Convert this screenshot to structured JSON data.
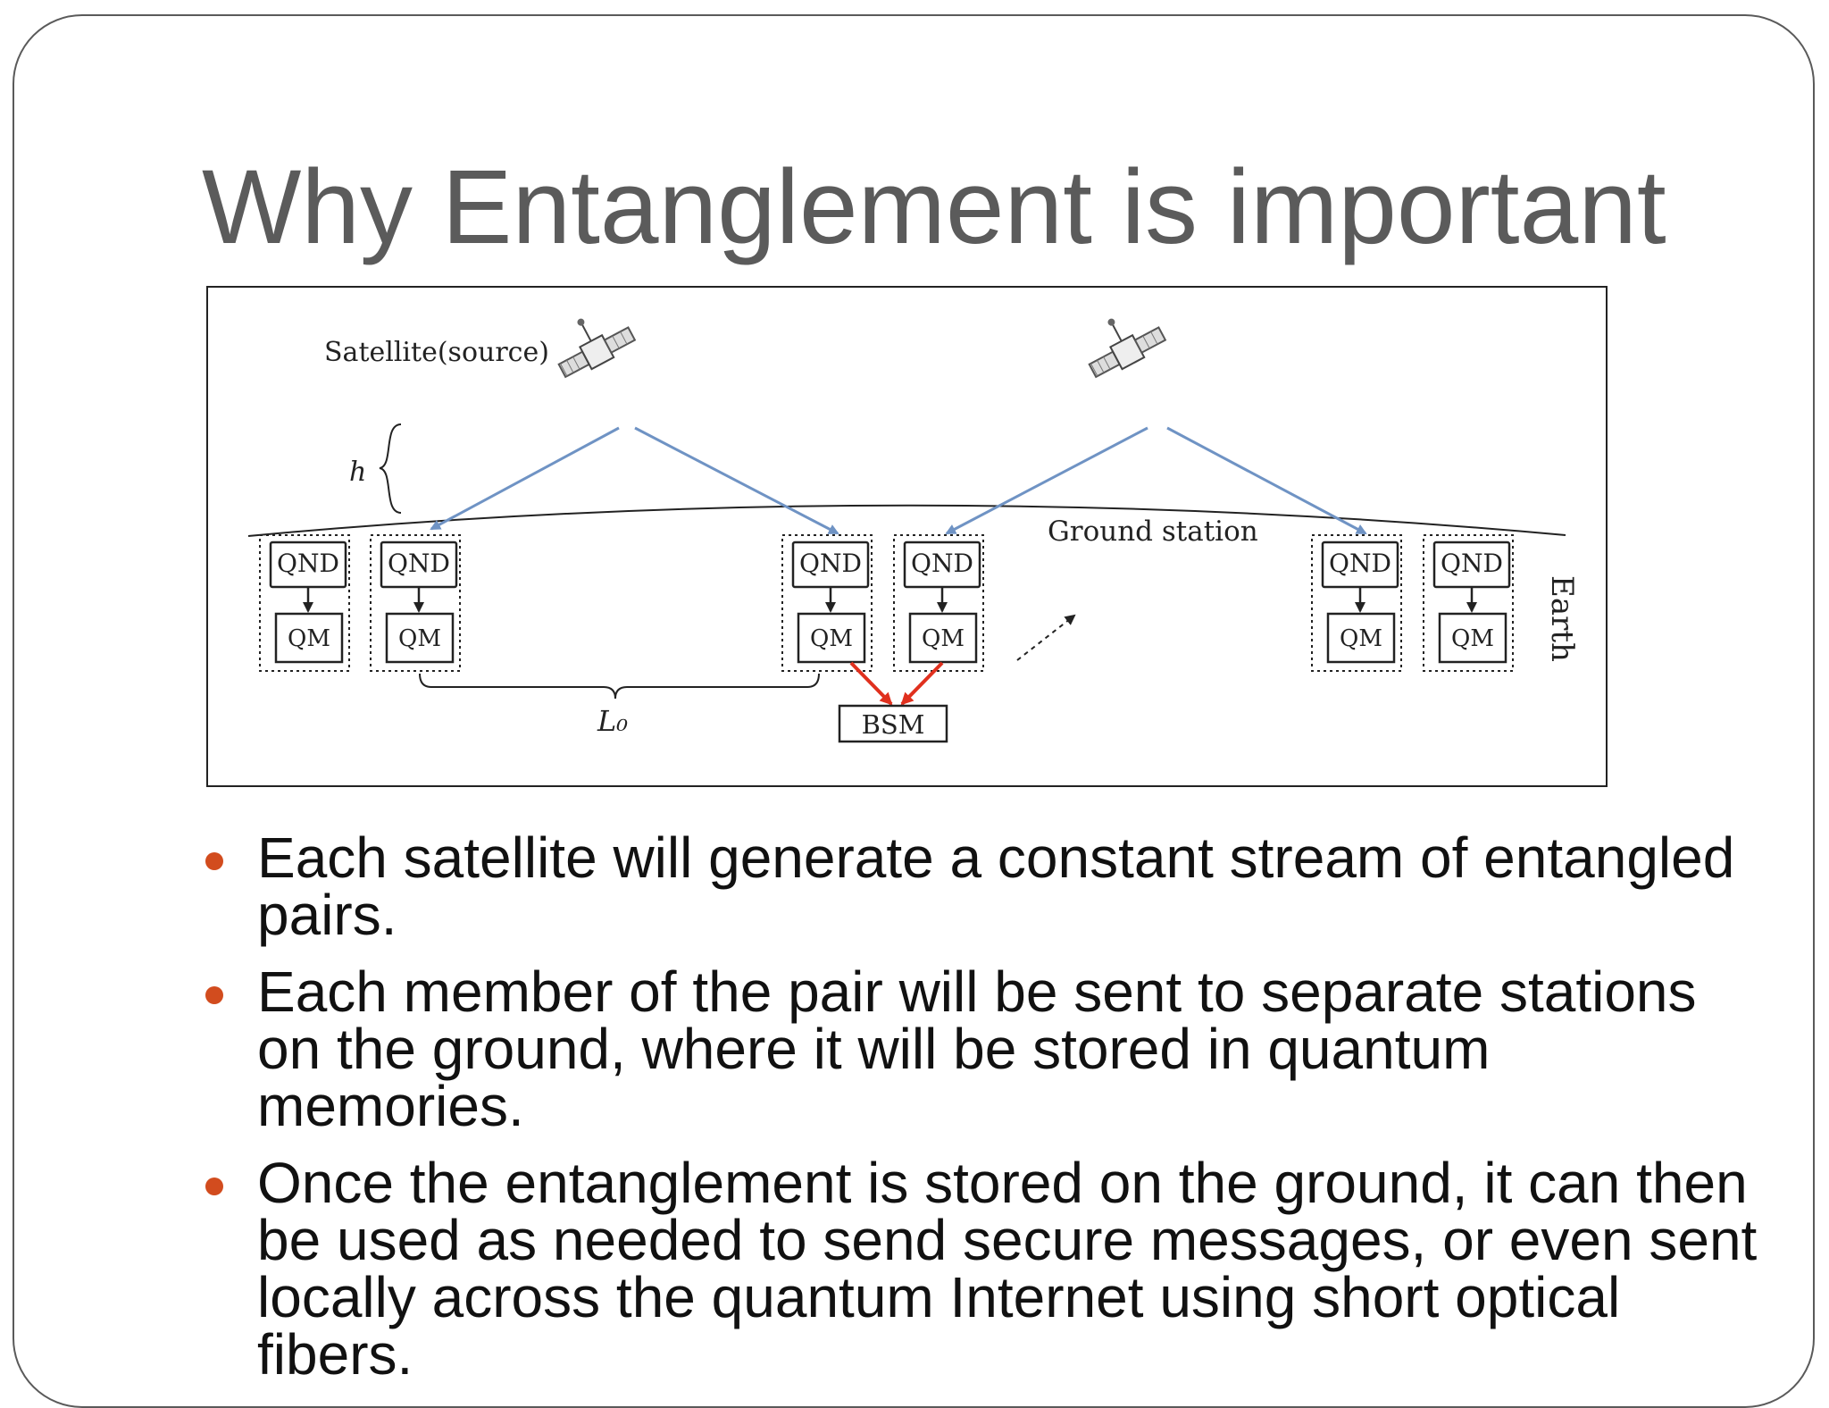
{
  "slide": {
    "title": "Why Entanglement is important"
  },
  "figure": {
    "satellite_label": "Satellite(source)",
    "height_label": "h",
    "qnd_label": "QND",
    "qm_label": "QM",
    "bsm_label": "BSM",
    "ground_station_label": "Ground station",
    "earth_label": "Earth",
    "distance_label": "L₀",
    "colors": {
      "beam": "#6f93c4",
      "bsm_arrow": "#e0301e",
      "line": "#222222"
    },
    "icons": [
      "satellite-icon",
      "satellite-icon"
    ]
  },
  "bullets": [
    "Each satellite will generate a constant stream of entangled pairs.",
    "Each member of the pair will be sent to separate stations on the ground, where it will be stored in quantum memories.",
    "Once the entanglement is stored on the ground, it can then be used as needed to send secure messages, or even sent locally across the quantum Internet using short optical fibers."
  ],
  "colors": {
    "title": "#5b5b5b",
    "bullet": "#d24c1e"
  }
}
